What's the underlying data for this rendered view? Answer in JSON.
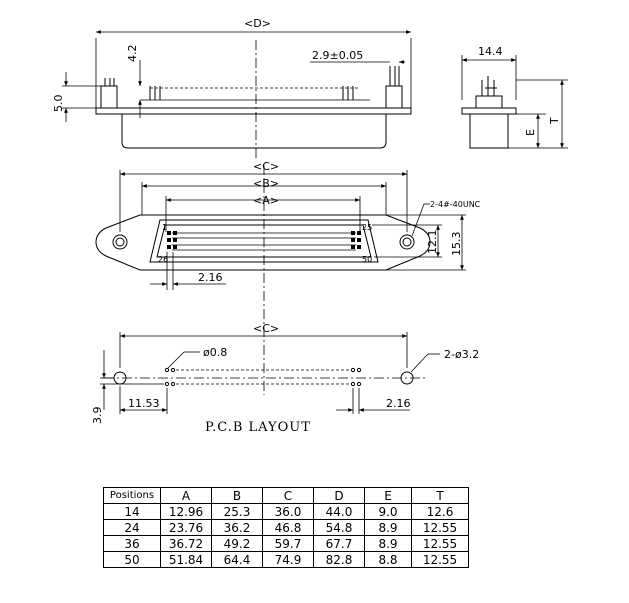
{
  "labels": {
    "dim_d_top": "<D>",
    "dim_4_2": "4.2",
    "dim_2_9": "2.9±0.05",
    "dim_14_4": "14.4",
    "dim_5_0": "5.0",
    "dim_e": "E",
    "dim_t": "T",
    "dim_c_mid": "<C>",
    "dim_b_mid": "<B>",
    "dim_a_mid": "<A>",
    "thread_note": "2-4#-40UNC",
    "dim_12_1": "12.1",
    "dim_15_3": "15.3",
    "dim_2_16_mid": "2.16",
    "pin_1": "1",
    "pin_25": "25",
    "pin_26": "26",
    "pin_50": "50",
    "dim_c_pcb": "<C>",
    "dim_phi_0_8": "ø0.8",
    "dim_2_phi_3_2": "2-ø3.2",
    "dim_3_9": "3.9",
    "dim_11_53": "11.53",
    "dim_2_16_pcb": "2.16"
  },
  "caption": "P.C.B LAYOUT",
  "table": {
    "headers": [
      "Positions",
      "A",
      "B",
      "C",
      "D",
      "E",
      "T"
    ],
    "rows": [
      [
        "14",
        "12.96",
        "25.3",
        "36.0",
        "44.0",
        "9.0",
        "12.6"
      ],
      [
        "24",
        "23.76",
        "36.2",
        "46.8",
        "54.8",
        "8.9",
        "12.55"
      ],
      [
        "36",
        "36.72",
        "49.2",
        "59.7",
        "67.7",
        "8.9",
        "12.55"
      ],
      [
        "50",
        "51.84",
        "64.4",
        "74.9",
        "82.8",
        "8.8",
        "12.55"
      ]
    ]
  }
}
